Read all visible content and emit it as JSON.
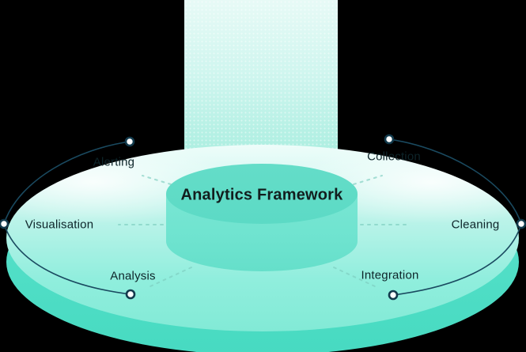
{
  "diagram": {
    "title": "Analytics Framework",
    "nodes": [
      {
        "id": "alerting",
        "label": "Alerting"
      },
      {
        "id": "collection",
        "label": "Collection"
      },
      {
        "id": "visualisation",
        "label": "Visualisation"
      },
      {
        "id": "cleaning",
        "label": "Cleaning"
      },
      {
        "id": "analysis",
        "label": "Analysis"
      },
      {
        "id": "integration",
        "label": "Integration"
      }
    ],
    "colors": {
      "background": "#000000",
      "beam_top": "#e7faf6",
      "beam_bottom": "#9fead9",
      "disc_surface_light": "#eefdfa",
      "disc_surface_teal": "#82ead6",
      "disc_rim": "#50dec6",
      "cylinder_top": "#5cdac5",
      "cylinder_side": "#6ee3cf",
      "orbit_line": "#1a4a60",
      "node_dot_fill": "#ffffff",
      "node_dot_stroke": "#123a4c",
      "label_text": "#0d2429"
    }
  }
}
